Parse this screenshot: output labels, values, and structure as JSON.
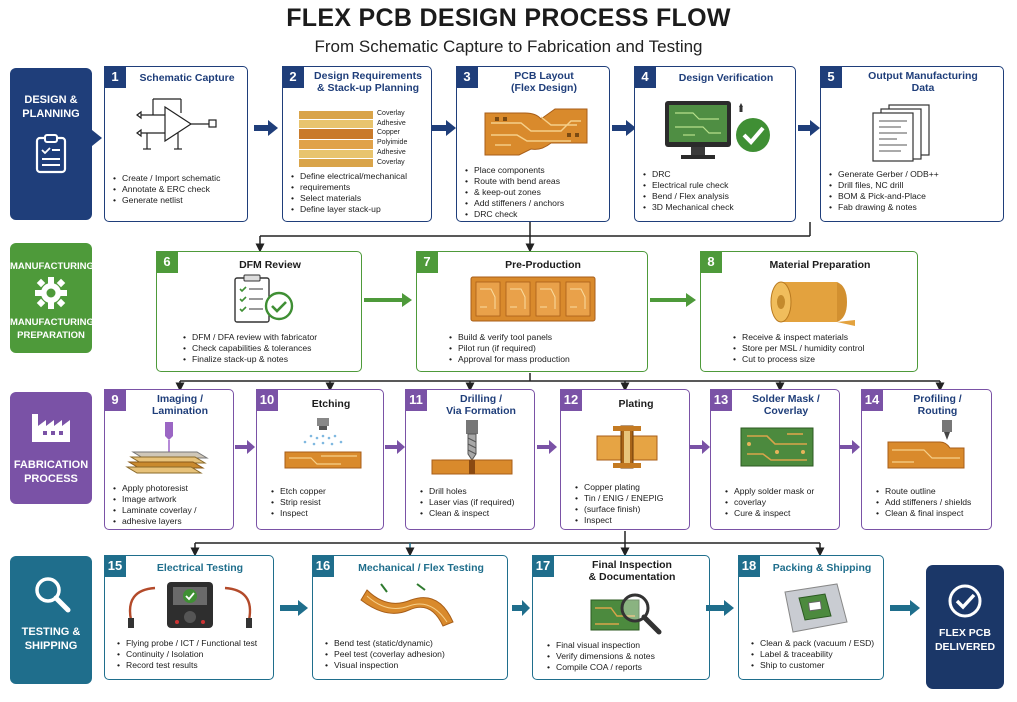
{
  "header": {
    "title": "FLEX PCB DESIGN PROCESS FLOW",
    "subtitle": "From Schematic Capture to Fabrication and Testing"
  },
  "colors": {
    "design": "#1f3e7a",
    "manufacturing": "#4e9a3a",
    "fabrication": "#7a52a6",
    "testing": "#1f6e8c",
    "delivered": "#1b3768",
    "copper": "#c98a2e"
  },
  "phases": [
    {
      "id": "design",
      "label_lines": [
        "DESIGN &",
        "PLANNING"
      ],
      "icon": "clipboard-icon"
    },
    {
      "id": "manufacturing",
      "label_top": "MANUFACTURING",
      "label_lines": [
        "MANUFACTURING",
        "PREPARATION"
      ],
      "icon": "gear-icon"
    },
    {
      "id": "fabrication",
      "label_lines": [
        "FABRICATION",
        "PROCESS"
      ],
      "icon": "factory-icon"
    },
    {
      "id": "testing",
      "label_lines": [
        "TESTING &",
        "SHIPPING"
      ],
      "icon": "magnifier-icon"
    }
  ],
  "steps": [
    {
      "num": "1",
      "title_lines": [
        "Schematic Capture"
      ],
      "bullets": [
        "Create / Import schematic",
        "Annotate & ERC check",
        "Generate netlist"
      ]
    },
    {
      "num": "2",
      "title_lines": [
        "Design Requirements",
        "& Stack-up Planning"
      ],
      "layers": [
        "Coverlay",
        "Adhesive",
        "Copper",
        "Polyimide",
        "Adhesive",
        "Coverlay"
      ],
      "bullets": [
        "Define electrical/mechanical",
        "requirements",
        "Select materials",
        "Define layer stack-up"
      ]
    },
    {
      "num": "3",
      "title_lines": [
        "PCB Layout",
        "(Flex Design)"
      ],
      "bullets": [
        "Place components",
        "Route with bend areas",
        "& keep-out zones",
        "Add stiffeners / anchors",
        "DRC check"
      ]
    },
    {
      "num": "4",
      "title_lines": [
        "Design Verification"
      ],
      "bullets": [
        "DRC",
        "Electrical rule check",
        "Bend / Flex analysis",
        "3D Mechanical check"
      ]
    },
    {
      "num": "5",
      "title_lines": [
        "Output Manufacturing",
        "Data"
      ],
      "bullets": [
        "Generate Gerber / ODB++",
        "Drill files, NC drill",
        "BOM & Pick-and-Place",
        "Fab drawing & notes"
      ]
    },
    {
      "num": "6",
      "title_lines": [
        "DFM Review"
      ],
      "bullets": [
        "DFM / DFA review with fabricator",
        "Check capabilities & tolerances",
        "Finalize stack-up & notes"
      ]
    },
    {
      "num": "7",
      "title_lines": [
        "Pre-Production"
      ],
      "bullets": [
        "Build & verify tool panels",
        "Pilot run (if required)",
        "Approval for mass production"
      ]
    },
    {
      "num": "8",
      "title_lines": [
        "Material Preparation"
      ],
      "bullets": [
        "Receive & inspect materials",
        "Store per MSL / humidity control",
        "Cut to process size"
      ]
    },
    {
      "num": "9",
      "title_lines": [
        "Imaging /",
        "Lamination"
      ],
      "bullets": [
        "Apply photoresist",
        "Image artwork",
        "Laminate coverlay /",
        "adhesive layers"
      ]
    },
    {
      "num": "10",
      "title_lines": [
        "Etching"
      ],
      "bullets": [
        "Etch copper",
        "Strip resist",
        "Inspect"
      ]
    },
    {
      "num": "11",
      "title_lines": [
        "Drilling /",
        "Via Formation"
      ],
      "bullets": [
        "Drill holes",
        "Laser vias (if required)",
        "Clean & inspect"
      ]
    },
    {
      "num": "12",
      "title_lines": [
        "Plating"
      ],
      "bullets": [
        "Copper plating",
        "Tin / ENIG / ENEPIG",
        "(surface finish)",
        "Inspect"
      ]
    },
    {
      "num": "13",
      "title_lines": [
        "Solder Mask /",
        "Coverlay"
      ],
      "bullets": [
        "Apply solder mask or",
        "coverlay",
        "Cure & inspect"
      ]
    },
    {
      "num": "14",
      "title_lines": [
        "Profiling /",
        "Routing"
      ],
      "bullets": [
        "Route outline",
        "Add stiffeners / shields",
        "Clean & final inspect"
      ]
    },
    {
      "num": "15",
      "title_lines": [
        "Electrical Testing"
      ],
      "bullets": [
        "Flying probe / ICT / Functional test",
        "Continuity / Isolation",
        "Record test results"
      ]
    },
    {
      "num": "16",
      "title_lines": [
        "Mechanical / Flex Testing"
      ],
      "bullets": [
        "Bend test (static/dynamic)",
        "Peel test (coverlay adhesion)",
        "Visual inspection"
      ]
    },
    {
      "num": "17",
      "title_lines": [
        "Final Inspection",
        "& Documentation"
      ],
      "bullets": [
        "Final visual inspection",
        "Verify dimensions & notes",
        "Compile COA / reports"
      ]
    },
    {
      "num": "18",
      "title_lines": [
        "Packing & Shipping"
      ],
      "bullets": [
        "Clean & pack (vacuum / ESD)",
        "Label & traceability",
        "Ship to customer"
      ]
    }
  ],
  "final": {
    "label_lines": [
      "FLEX PCB",
      "DELIVERED"
    ],
    "icon": "check-circle-icon"
  }
}
